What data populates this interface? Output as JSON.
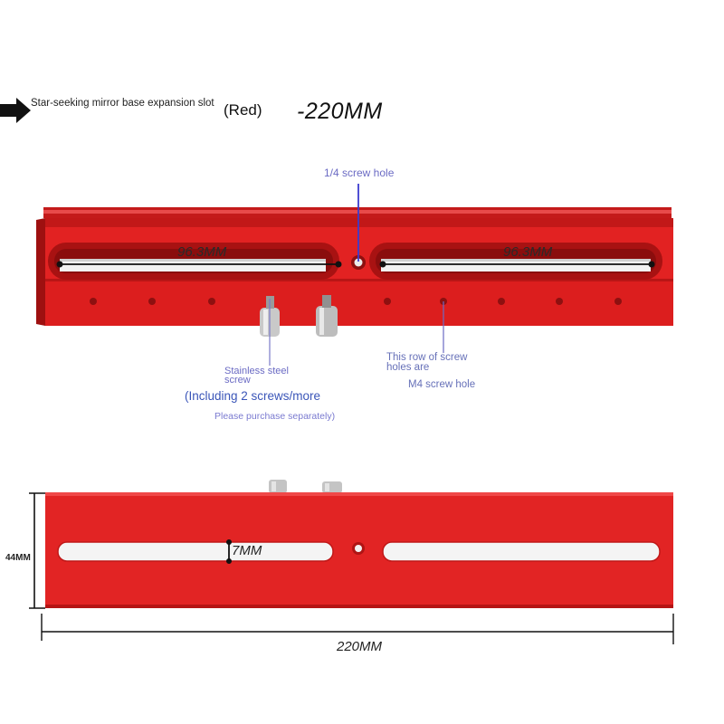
{
  "header": {
    "title": "Star-seeking mirror base expansion slot",
    "color": "(Red)",
    "size": "-220MM"
  },
  "callouts": {
    "screw_hole": "1/4 screw hole",
    "stainless_steel": "Stainless steel screw",
    "including": "(Including 2 screws/more",
    "purchase": "Please purchase separately)",
    "row_of_holes": "This row of screw holes are",
    "m4": "M4 screw hole"
  },
  "dimensions": {
    "slot_left": "96.3MM",
    "slot_right": "96.3MM",
    "slot_width": "7MM",
    "height": "44MM",
    "length": "220MM"
  },
  "colors": {
    "rail_red": "#e02020",
    "rail_dark": "#b51414",
    "annotation_blue": "#6b6bc4"
  }
}
